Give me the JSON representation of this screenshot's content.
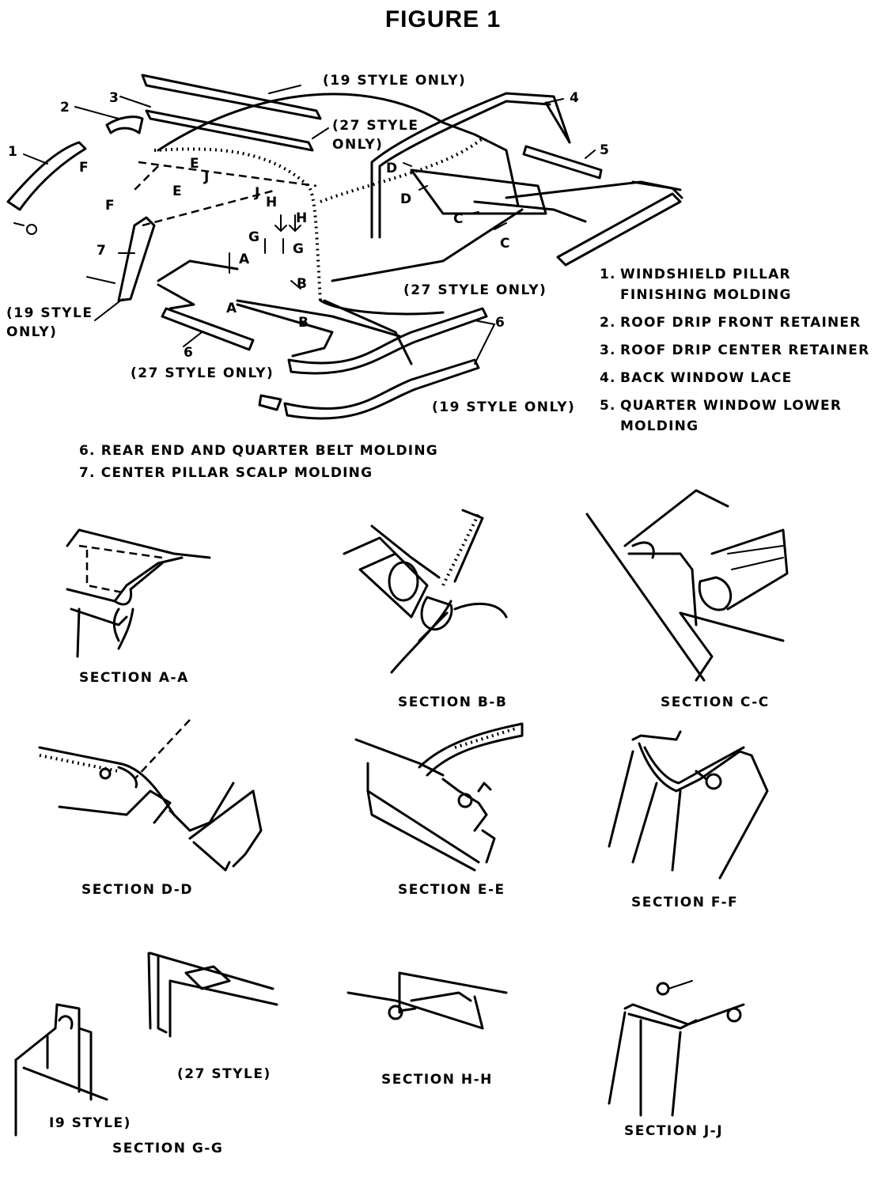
{
  "title": "FIGURE 1",
  "callouts": {
    "n1": "1",
    "n2": "2",
    "n3": "3",
    "n4": "4",
    "n5": "5",
    "n6a": "6",
    "n6b": "6",
    "n7": "7",
    "style19_top": "(19 STYLE ONLY)",
    "style27_top": "(27 STYLE\nONLY)",
    "style19_left": "(19 STYLE\nONLY)",
    "style27_mid": "(27 STYLE ONLY)",
    "style27_bottom": "(27 STYLE ONLY)",
    "style19_bottom": "(19 STYLE ONLY)"
  },
  "section_letters": {
    "A1": "A",
    "A2": "A",
    "B1": "B",
    "B2": "B",
    "C1": "C",
    "C2": "C",
    "D1": "D",
    "D2": "D",
    "E1": "E",
    "E2": "E",
    "F1": "F",
    "F2": "F",
    "G1": "G",
    "G2": "G",
    "H1": "H",
    "H2": "H",
    "J1": "J",
    "J2": "J"
  },
  "legend": [
    {
      "num": "1.",
      "text": "WINDSHIELD PILLAR\nFINISHING MOLDING"
    },
    {
      "num": "2.",
      "text": "ROOF DRIP  FRONT RETAINER"
    },
    {
      "num": "3.",
      "text": "ROOF DRIP CENTER RETAINER"
    },
    {
      "num": "4.",
      "text": "BACK WINDOW LACE"
    },
    {
      "num": "5.",
      "text": "QUARTER WINDOW LOWER\nMOLDING"
    }
  ],
  "legend2": [
    "6. REAR END AND QUARTER BELT MOLDING",
    "7. CENTER PILLAR SCALP MOLDING"
  ],
  "sections": {
    "aa": "SECTION A-A",
    "bb": "SECTION B-B",
    "cc": "SECTION C-C",
    "dd": "SECTION D-D",
    "ee": "SECTION E-E",
    "ff": "SECTION F-F",
    "hh": "SECTION H-H",
    "jj": "SECTION J-J",
    "gg": "SECTION G-G",
    "gg27": "(27 STYLE)",
    "gg19": "I9 STYLE)"
  }
}
